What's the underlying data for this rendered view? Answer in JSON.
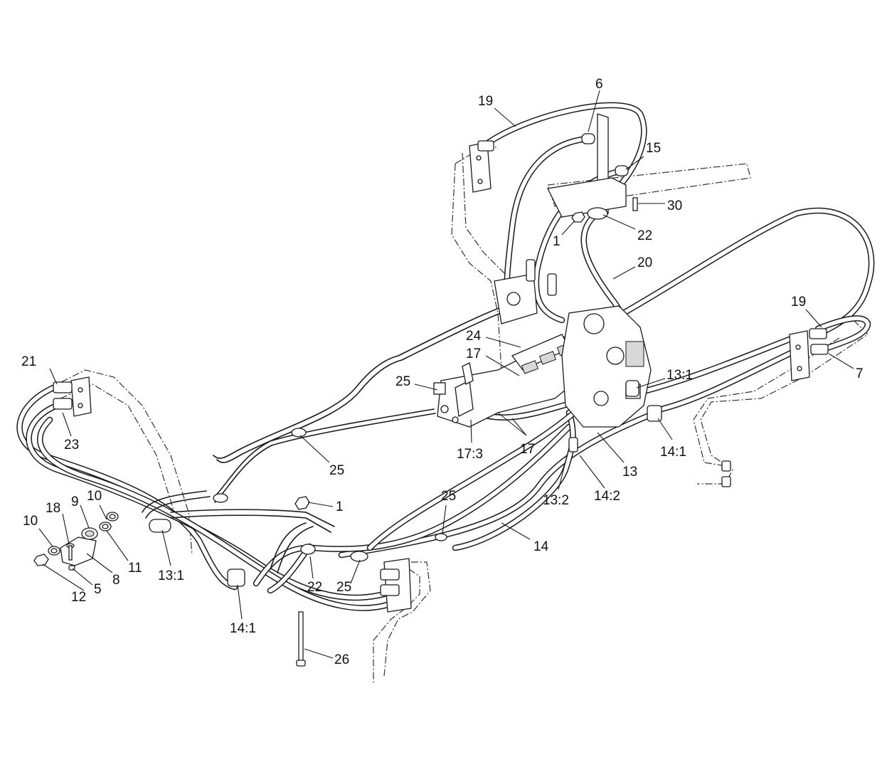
{
  "callouts": [
    {
      "id": "c6",
      "text": "6"
    },
    {
      "id": "c19a",
      "text": "19"
    },
    {
      "id": "c15",
      "text": "15"
    },
    {
      "id": "c30",
      "text": "30"
    },
    {
      "id": "c22a",
      "text": "22"
    },
    {
      "id": "c1a",
      "text": "1"
    },
    {
      "id": "c20",
      "text": "20"
    },
    {
      "id": "c19b",
      "text": "19"
    },
    {
      "id": "c24",
      "text": "24"
    },
    {
      "id": "c17a",
      "text": "17"
    },
    {
      "id": "c7",
      "text": "7"
    },
    {
      "id": "c13-1a",
      "text": "13:1"
    },
    {
      "id": "c25a",
      "text": "25"
    },
    {
      "id": "c17b",
      "text": "17"
    },
    {
      "id": "c17-3",
      "text": "17:3"
    },
    {
      "id": "c14-1a",
      "text": "14:1"
    },
    {
      "id": "c21",
      "text": "21"
    },
    {
      "id": "c23",
      "text": "23"
    },
    {
      "id": "c25b",
      "text": "25"
    },
    {
      "id": "c13",
      "text": "13"
    },
    {
      "id": "c13-2",
      "text": "13:2"
    },
    {
      "id": "c14-2",
      "text": "14:2"
    },
    {
      "id": "c18",
      "text": "18"
    },
    {
      "id": "c9",
      "text": "9"
    },
    {
      "id": "c10a",
      "text": "10"
    },
    {
      "id": "c1b",
      "text": "1"
    },
    {
      "id": "c25c",
      "text": "25"
    },
    {
      "id": "c10b",
      "text": "10"
    },
    {
      "id": "c11",
      "text": "11"
    },
    {
      "id": "c14",
      "text": "14"
    },
    {
      "id": "c8",
      "text": "8"
    },
    {
      "id": "c13-1b",
      "text": "13:1"
    },
    {
      "id": "c22b",
      "text": "22"
    },
    {
      "id": "c25d",
      "text": "25"
    },
    {
      "id": "c5",
      "text": "5"
    },
    {
      "id": "c12",
      "text": "12"
    },
    {
      "id": "c14-1b",
      "text": "14:1"
    },
    {
      "id": "c26",
      "text": "26"
    }
  ]
}
